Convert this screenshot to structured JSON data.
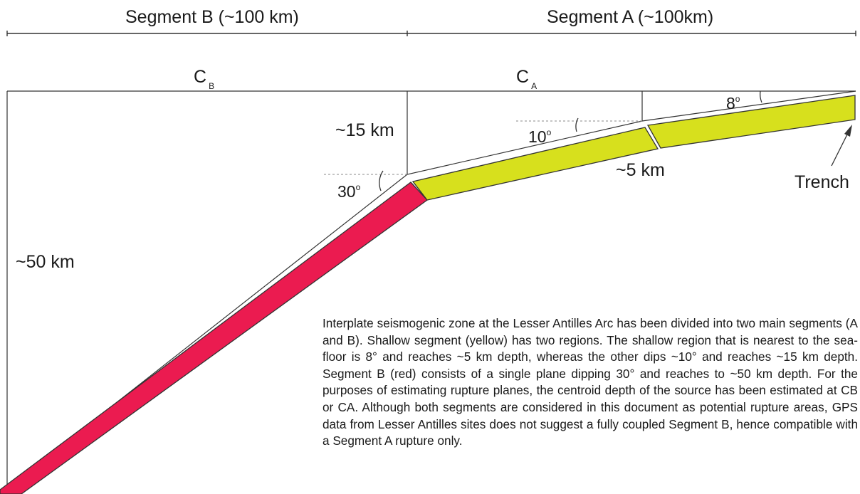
{
  "segment_b_title": "Segment B (~100 km)",
  "segment_a_title": "Segment A (~100km)",
  "centroid_b": {
    "main": "C",
    "sub": "B"
  },
  "centroid_a": {
    "main": "C",
    "sub": "A"
  },
  "depth_15": "~15 km",
  "depth_5": "~5 km",
  "depth_50": "~50 km",
  "angle_30": {
    "value": "30",
    "unit": "o"
  },
  "angle_10": {
    "value": "10",
    "unit": "o"
  },
  "angle_8": {
    "value": "8",
    "unit": "o"
  },
  "trench_label": "Trench",
  "colors": {
    "shallow_segment": "#d7e01d",
    "deep_segment": "#eb1b50",
    "lines": "#333333"
  },
  "caption": "Interplate seismogenic zone at the Lesser Antilles Arc has been divided into two main segments (A and B).  Shallow segment (yellow) has two regions.  The shallow region that is nearest to the sea-floor is 8° and reaches ~5 km depth, whereas the other dips ~10° and reaches ~15 km depth.  Segment B (red) consists of a single plane dipping 30° and reaches to ~50 km depth.  For the purposes of estimating rupture planes, the centroid depth of the source has been estimated at CB or CA.  Although both segments are considered in this document as potential rupture areas, GPS data from Lesser Antilles sites does not suggest a fully coupled Segment B, hence compatible with a Segment A rupture only."
}
